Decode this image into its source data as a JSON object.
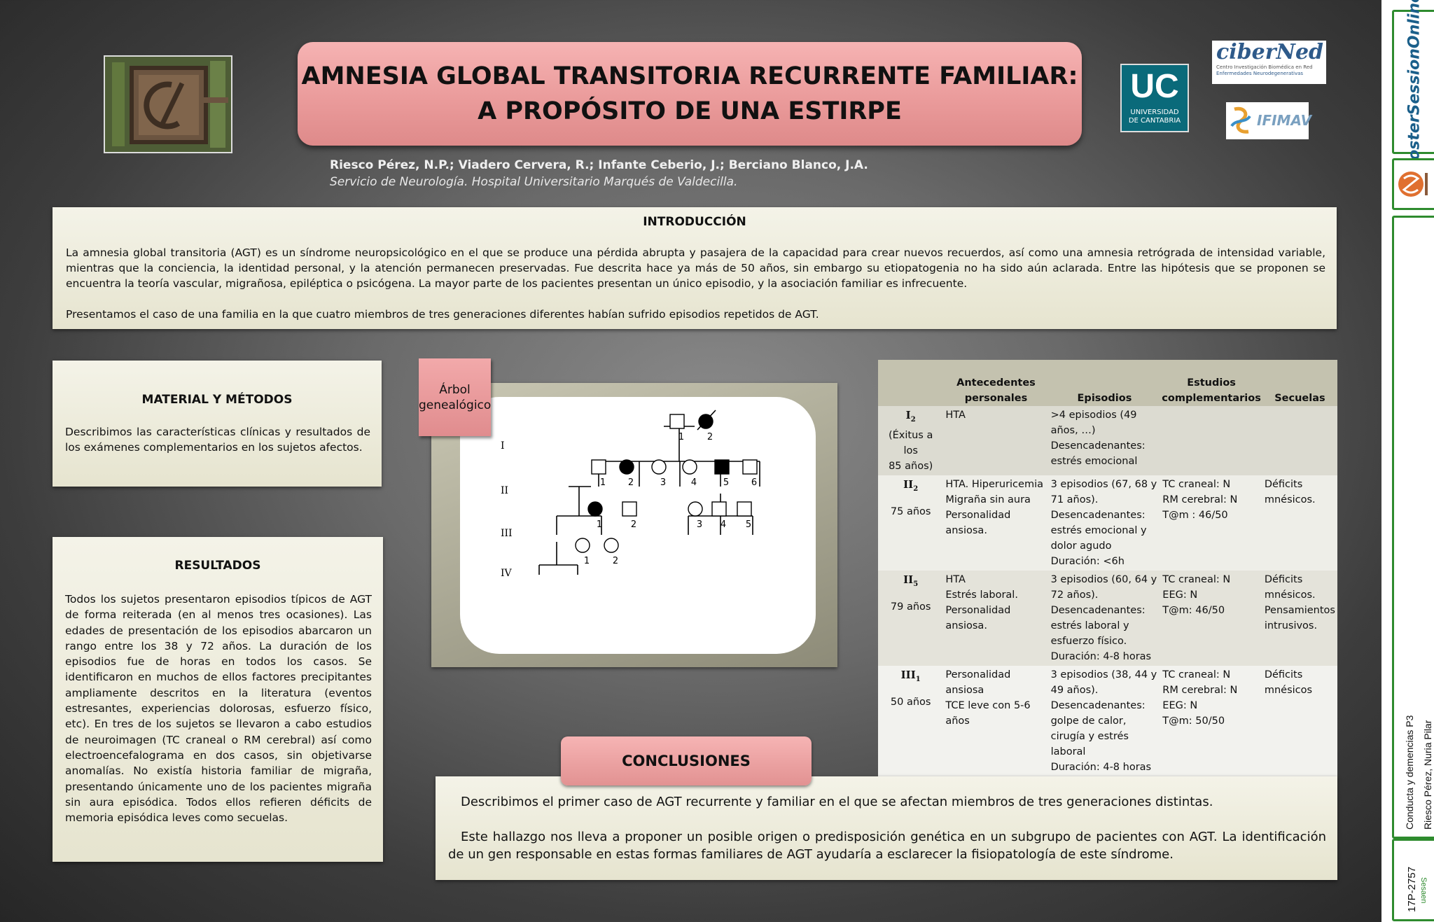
{
  "title": {
    "line1": "AMNESIA GLOBAL TRANSITORIA RECURRENTE FAMILIAR:",
    "line2": "A PROPÓSITO DE UNA ESTIRPE"
  },
  "authors": "Riesco Pérez, N.P.; Viadero Cervera, R.; Infante Ceberio, J.; Berciano Blanco, J.A.",
  "affiliation": "Servicio de Neurología. Hospital Universitario Marqués de Valdecilla.",
  "logos": {
    "uc_main": "UC",
    "uc_sub1": "UNIVERSIDAD",
    "uc_sub2": "DE CANTABRIA",
    "ciber_name": "ciberNed",
    "ciber_sub1": "Centro Investigación Biomédica en Red",
    "ciber_sub2": "Enfermedades Neurodegenerativas",
    "ifimav": "IFIMAV"
  },
  "intro": {
    "heading": "INTRODUCCIÓN",
    "p1": "La amnesia global transitoria (AGT) es un síndrome neuropsicológico en el que se produce una pérdida abrupta y pasajera de la capacidad para crear nuevos recuerdos, así como una amnesia retrógrada de intensidad variable, mientras que la conciencia, la identidad personal, y la atención permanecen preservadas. Fue descrita hace ya más de 50 años, sin embargo su etiopatogenia no ha sido aún aclarada. Entre las hipótesis que se proponen se encuentra la  teoría vascular, migrañosa, epiléptica o psicógena. La mayor parte de los pacientes presentan un único episodio, y la asociación familiar es infrecuente.",
    "p2": "Presentamos el caso de una familia en la que cuatro miembros de tres generaciones diferentes habían sufrido episodios repetidos de AGT."
  },
  "methods": {
    "heading": "MATERIAL Y MÉTODOS",
    "text": "Describimos las características clínicas y resultados de los exámenes complementarios en los sujetos afectos."
  },
  "results": {
    "heading": "RESULTADOS",
    "text": "Todos los sujetos presentaron episodios típicos de AGT de forma reiterada (en al menos tres ocasiones). Las edades de presentación de los episodios abarcaron un rango entre los 38 y 72 años. La duración de los episodios fue de horas en todos los casos. Se identificaron en muchos de ellos factores precipitantes ampliamente descritos en la literatura (eventos estresantes, experiencias dolorosas, esfuerzo físico, etc). En tres de los sujetos se llevaron a cabo estudios de neuroimagen (TC craneal o RM cerebral) así como electroencefalograma en dos casos, sin objetivarse anomalías. No existía historia familiar de migraña, presentando únicamente uno de los pacientes migraña sin aura episódica.  Todos ellos refieren déficits de memoria episódica leves como secuelas."
  },
  "tree": {
    "tag_line1": "Árbol",
    "tag_line2": "genealógico",
    "generations": [
      "I",
      "II",
      "III",
      "IV"
    ],
    "individuals": [
      {
        "gen": "I",
        "num": "1",
        "sex": "male",
        "affected": false,
        "deceased": false
      },
      {
        "gen": "I",
        "num": "2",
        "sex": "female",
        "affected": true,
        "deceased": true
      },
      {
        "gen": "II",
        "num": "1",
        "sex": "male",
        "affected": false,
        "deceased": false
      },
      {
        "gen": "II",
        "num": "2",
        "sex": "female",
        "affected": true,
        "deceased": false
      },
      {
        "gen": "II",
        "num": "3",
        "sex": "female",
        "affected": false,
        "deceased": false
      },
      {
        "gen": "II",
        "num": "4",
        "sex": "female",
        "affected": false,
        "deceased": false
      },
      {
        "gen": "II",
        "num": "5",
        "sex": "male",
        "affected": true,
        "deceased": false
      },
      {
        "gen": "II",
        "num": "6",
        "sex": "male",
        "affected": false,
        "deceased": false
      },
      {
        "gen": "III",
        "num": "1",
        "sex": "female",
        "affected": true,
        "deceased": false
      },
      {
        "gen": "III",
        "num": "2",
        "sex": "male",
        "affected": false,
        "deceased": false
      },
      {
        "gen": "III",
        "num": "3",
        "sex": "female",
        "affected": false,
        "deceased": false
      },
      {
        "gen": "III",
        "num": "4",
        "sex": "male",
        "affected": false,
        "deceased": false
      },
      {
        "gen": "III",
        "num": "5",
        "sex": "male",
        "affected": false,
        "deceased": false
      },
      {
        "gen": "IV",
        "num": "1",
        "sex": "female",
        "affected": false,
        "deceased": false
      },
      {
        "gen": "IV",
        "num": "2",
        "sex": "female",
        "affected": false,
        "deceased": false
      }
    ]
  },
  "table": {
    "headers": [
      "",
      "Antecedentes personales",
      "Episodios",
      "Estudios complementarios",
      "Secuelas"
    ],
    "rows": [
      {
        "subject_roman": "I",
        "subject_sub": "2",
        "subject_note": [
          "(Éxitus a los",
          "85 años)"
        ],
        "antecedentes": [
          "HTA"
        ],
        "episodios": [
          ">4 episodios (49 años, …)",
          "Desencadenantes: estrés emocional"
        ],
        "estudios": [],
        "secuelas": []
      },
      {
        "subject_roman": "II",
        "subject_sub": "2",
        "subject_note": [
          "75 años"
        ],
        "antecedentes": [
          "HTA. Hiperuricemia",
          "Migraña sin aura",
          "Personalidad ansiosa."
        ],
        "episodios": [
          "3 episodios (67, 68 y 71 años).",
          "Desencadenantes: estrés emocional y dolor agudo",
          "Duración: <6h"
        ],
        "estudios": [
          "TC craneal: N",
          "RM cerebral: N",
          "T@m : 46/50"
        ],
        "secuelas": [
          "Déficits mnésicos."
        ]
      },
      {
        "subject_roman": "II",
        "subject_sub": "5",
        "subject_note": [
          "79 años"
        ],
        "antecedentes": [
          "HTA",
          "Estrés laboral.",
          "Personalidad ansiosa."
        ],
        "episodios": [
          "3 episodios (60, 64 y 72 años).",
          "Desencadenantes: estrés  laboral y esfuerzo físico.",
          "Duración: 4-8 horas"
        ],
        "estudios": [
          "TC craneal: N",
          "EEG: N",
          "T@m: 46/50"
        ],
        "secuelas": [
          "Déficits mnésicos. Pensamientos intrusivos."
        ]
      },
      {
        "subject_roman": "III",
        "subject_sub": "1",
        "subject_note": [
          "50 años"
        ],
        "antecedentes": [
          "Personalidad ansiosa",
          "TCE leve con 5-6 años"
        ],
        "episodios": [
          "3 episodios (38, 44 y 49 años).",
          "Desencadenantes: golpe de calor, cirugía y estrés laboral",
          "Duración: 4-8 horas"
        ],
        "estudios": [
          "TC craneal: N",
          "RM cerebral: N",
          "EEG: N",
          "T@m: 50/50"
        ],
        "secuelas": [
          "Déficits mnésicos"
        ]
      }
    ]
  },
  "conclusions": {
    "heading": "CONCLUSIONES",
    "p1": "Describimos el primer caso de AGT recurrente y familiar en el que se afectan miembros de tres generaciones distintas.",
    "p2": "Este hallazgo nos lleva a proponer un posible origen o predisposición genética en un subgrupo de pacientes con AGT. La identificación de un gen responsable en estas formas familiares de AGT ayudaría a esclarecer la fisiopatología de este síndrome."
  },
  "sidebar": {
    "brand": "PosterSessionOnline",
    "session": "Conducta y demencias P3",
    "author": "Riesco Pérez, Nuria Pilar",
    "code": "17P-2757",
    "org": "Sesaen"
  },
  "colors": {
    "title_pink": "#eaa0a0",
    "panel_cream": "#eeecdc",
    "strip_green": "#2e8b2e",
    "uc_teal": "#0a6a7a"
  }
}
